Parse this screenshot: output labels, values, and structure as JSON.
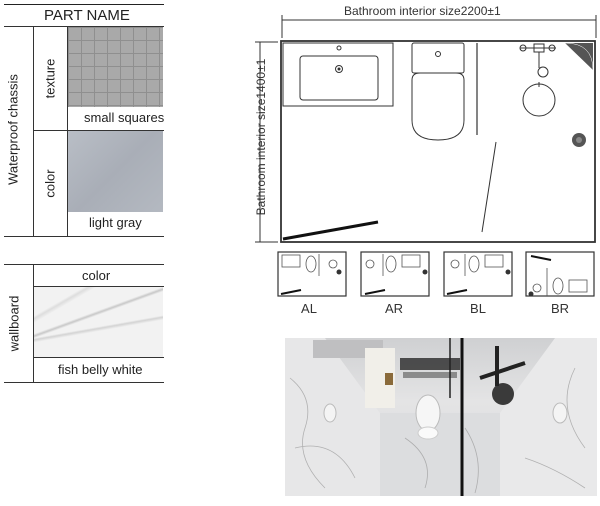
{
  "table": {
    "header": "PART NAME",
    "chassis": {
      "group_label": "Waterproof chassis",
      "rows": [
        {
          "label": "texture",
          "value": "small squares"
        },
        {
          "label": "color",
          "value": "light gray"
        }
      ]
    },
    "wallboard": {
      "group_label": "wallboard",
      "row_label": "color",
      "value": "fish belly white"
    }
  },
  "plan": {
    "width_label": "Bathroom interior size2200±1",
    "height_label": "Bathroom interior size1400±1",
    "layouts": [
      "AL",
      "AR",
      "BL",
      "BR"
    ]
  }
}
